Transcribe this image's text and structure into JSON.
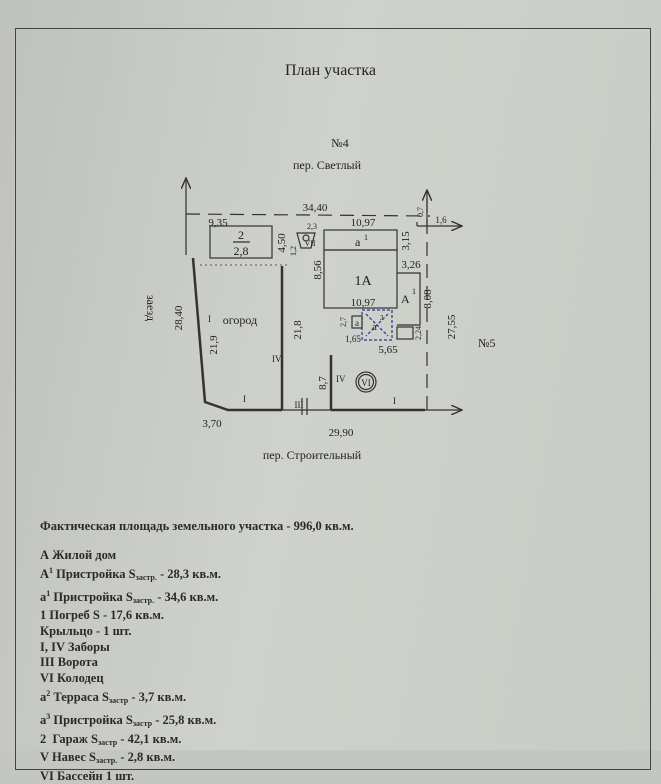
{
  "title": "План участка",
  "plan": {
    "north_neighbor": "№4",
    "north_street": "пер. Светлый",
    "south_street": "пер. Строительный",
    "east_neighbor": "№5",
    "driveway": "заезд",
    "garden": "огород",
    "dims": {
      "top_total": "34,40",
      "garage_width": "9,35",
      "garage_depth": "4,50",
      "shed_a": "1,2",
      "shed_b": "2,3",
      "house_top": "10,97",
      "house_bottom": "10,97",
      "house_depth": "8,56",
      "a1_depth": "3,15",
      "A1_width": "3,26",
      "A1_depth": "8,08",
      "corner_a": "0,7",
      "corner_b": "1,6",
      "east_side": "27,55",
      "west_side": "28,40",
      "fence_left": "21,9",
      "fence_mid": "21,8",
      "fence_short": "8,7",
      "bottom_total": "29,90",
      "corner_sw": "3,70",
      "a3_width": "5,65",
      "a2_depth": "2,7",
      "a2_width": "1,65",
      "porch": "2,24"
    },
    "labels": {
      "garage_num": "2",
      "garage_sub": "2,8",
      "shed": "VII",
      "a1": "a",
      "a1_sup": "1",
      "house": "1A",
      "A1": "A",
      "A1_sup": "1",
      "a3": "a",
      "a3_sup": "3",
      "a2": "a",
      "fence_I": "I",
      "fence_IV": "IV",
      "gate": "III",
      "well": "VI"
    }
  },
  "legend": {
    "total": "Фактическая площадь земельного участка - 996,0 кв.м.",
    "items": [
      {
        "mark": "А",
        "sup": "",
        "text": " Жилой дом",
        "sub": "",
        "value": ""
      },
      {
        "mark": "А",
        "sup": "1",
        "text": " Пристройка S",
        "sub": "застр.",
        "value": " - 28,3 кв.м."
      },
      {
        "mark": "а",
        "sup": "1",
        "text": " Пристройка S",
        "sub": "застр.",
        "value": " - 34,6 кв.м."
      },
      {
        "mark": "1",
        "sup": "",
        "text": " Погреб S",
        "sub": "",
        "value": " - 17,6 кв.м."
      },
      {
        "mark": "",
        "sup": "",
        "text": "Крыльцо",
        "sub": "",
        "value": " - 1 шт."
      },
      {
        "mark": "I, IV",
        "sup": "",
        "text": " Заборы",
        "sub": "",
        "value": ""
      },
      {
        "mark": "III",
        "sup": "",
        "text": " Ворота",
        "sub": "",
        "value": ""
      },
      {
        "mark": "VI",
        "sup": "",
        "text": " Колодец",
        "sub": "",
        "value": ""
      },
      {
        "mark": "а",
        "sup": "2",
        "text": " Терраса S",
        "sub": "застр",
        "value": " - 3,7 кв.м."
      },
      {
        "mark": "а",
        "sup": "3",
        "text": " Пристройка S",
        "sub": "застр",
        "value": " - 25,8 кв.м."
      },
      {
        "mark": "2",
        "sup": "",
        "text": "  Гараж S",
        "sub": "застр",
        "value": " - 42,1 кв.м."
      },
      {
        "mark": "V",
        "sup": "",
        "text": " Навес S",
        "sub": "застр.",
        "value": " - 2,8 кв.м."
      },
      {
        "mark": "VI",
        "sup": "",
        "text": " Бассейн 1 шт.",
        "sub": "",
        "value": ""
      }
    ]
  }
}
